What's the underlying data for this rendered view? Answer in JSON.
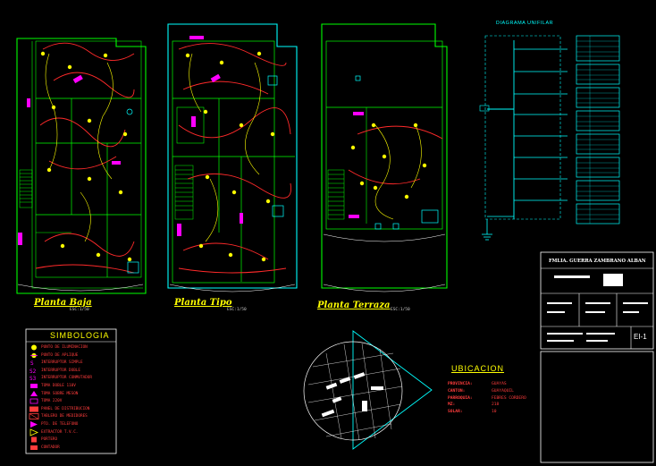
{
  "plans": [
    {
      "title": "Planta Baja",
      "scale": "ESC:1/50"
    },
    {
      "title": "Planta Tipo",
      "scale": "ESC:1/50"
    },
    {
      "title": "Planta Terraza",
      "scale": "ESC:1/50"
    }
  ],
  "symbology": {
    "title": "SIMBOLOGIA",
    "items": [
      {
        "label": "PUNTO DE ILUMINACION",
        "icon": "light-point-icon"
      },
      {
        "label": "PUNTO DE APLIQUE",
        "icon": "wall-light-icon"
      },
      {
        "label": "INTERRUPTOR SIMPLE",
        "icon": "switch-simple-icon"
      },
      {
        "label": "INTERRUPTOR DOBLE",
        "icon": "switch-double-icon"
      },
      {
        "label": "INTERRUPTOR CONMUTADOR",
        "icon": "switch-commutator-icon"
      },
      {
        "label": "TOMA DOBLE 110V",
        "icon": "outlet-110-icon"
      },
      {
        "label": "TOMA SOBRE MESON",
        "icon": "counter-outlet-icon"
      },
      {
        "label": "TOMA 220V",
        "icon": "outlet-220-icon"
      },
      {
        "label": "PANEL DE DISTRIBUCION",
        "icon": "distribution-panel-icon"
      },
      {
        "label": "TABLERO DE MEDIDORES",
        "icon": "meter-board-icon"
      },
      {
        "label": "PTO. DE TELEFONO",
        "icon": "phone-point-icon"
      },
      {
        "label": "EXTRACTOR T.V.C.",
        "icon": "extractor-icon"
      },
      {
        "label": "PORTERO",
        "icon": "intercom-icon"
      },
      {
        "label": "CONTADOR",
        "icon": "counter-icon"
      }
    ]
  },
  "location": {
    "title": "UBICACION",
    "fields": [
      {
        "key": "PROVINCIA:",
        "value": "GUAYAS"
      },
      {
        "key": "CANTON:",
        "value": "GUAYAQUIL"
      },
      {
        "key": "PARROQUIA:",
        "value": "FEBRES CORDERO"
      },
      {
        "key": "MZ:",
        "value": "218"
      },
      {
        "key": "SOLAR:",
        "value": "10"
      }
    ]
  },
  "unifilar": {
    "title": "DIAGRAMA UNIFILAR"
  },
  "title_block": {
    "owner": "FMLIA. GUERRA ZAMBRANO ALBAN",
    "sheet": "EI-1"
  },
  "colors": {
    "background": "#000000",
    "walls": "#00ff00",
    "circuits": "#ff2a2a",
    "fixtures": "#ffff00",
    "symbols": "#ff00ff",
    "panels": "#00ffff",
    "annotations": "#ffffff"
  }
}
